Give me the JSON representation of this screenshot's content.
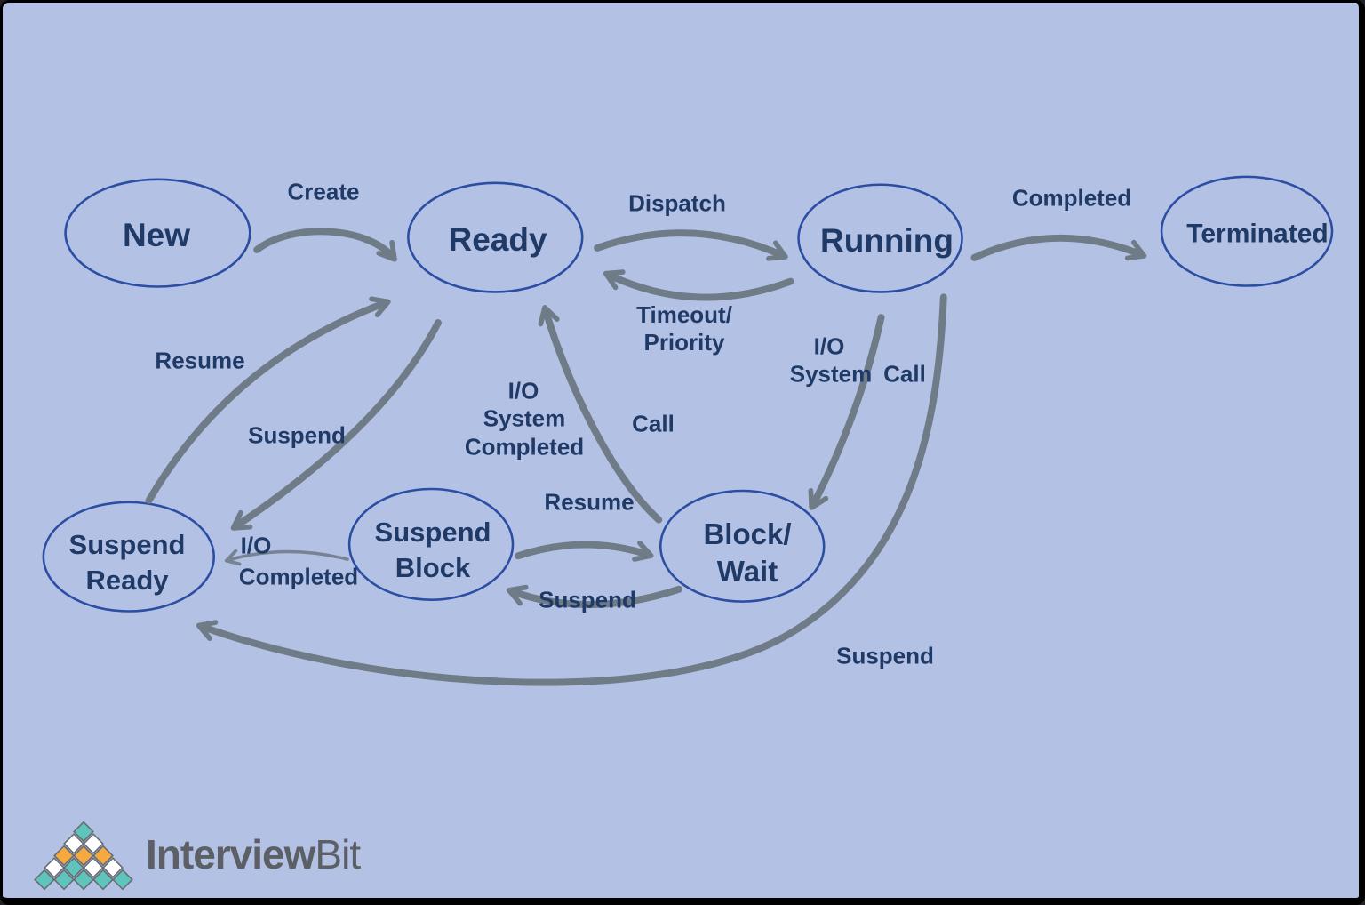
{
  "diagram": {
    "type": "process-state-diagram",
    "states": {
      "new": {
        "label": "New"
      },
      "ready": {
        "label": "Ready"
      },
      "running": {
        "label": "Running"
      },
      "terminated": {
        "label": "Terminated"
      },
      "suspend_ready": {
        "label": "Suspend\nReady"
      },
      "suspend_block": {
        "label": "Suspend\nBlock"
      },
      "block_wait": {
        "label": "Block/\nWait"
      }
    },
    "transitions": {
      "create": {
        "from": "New",
        "to": "Ready",
        "label": "Create"
      },
      "dispatch": {
        "from": "Ready",
        "to": "Running",
        "label": "Dispatch"
      },
      "timeout_priority": {
        "from": "Running",
        "to": "Ready",
        "label": "Timeout/\nPriority"
      },
      "completed": {
        "from": "Running",
        "to": "Terminated",
        "label": "Completed"
      },
      "io_system_call": {
        "from": "Running",
        "to": "Block/Wait",
        "label": "I/O System Call",
        "label_io": "I/O",
        "label_system": "System",
        "label_call": "Call"
      },
      "io_system_call_completed": {
        "from": "Block/Wait",
        "to": "Ready",
        "label": "I/O System Call Completed",
        "label_io": "I/O",
        "label_system": "System",
        "label_call": "Call",
        "label_completed": "Completed"
      },
      "resume_to_ready": {
        "from": "Suspend Ready",
        "to": "Ready",
        "label": "Resume"
      },
      "suspend_to_suspend_ready": {
        "from": "Ready",
        "to": "Suspend Ready",
        "label": "Suspend"
      },
      "resume_to_block_wait": {
        "from": "Suspend Block",
        "to": "Block/Wait",
        "label": "Resume"
      },
      "suspend_to_suspend_block": {
        "from": "Block/Wait",
        "to": "Suspend Block",
        "label": "Suspend"
      },
      "io_completed": {
        "from": "Suspend Block",
        "to": "Suspend Ready",
        "label": "I/O Completed",
        "label_io": "I/O",
        "label_completed": "Completed"
      },
      "suspend_from_running": {
        "from": "Running",
        "to": "Suspend Ready",
        "label": "Suspend"
      }
    }
  },
  "footer": {
    "logo_primary": "Interview",
    "logo_secondary": "Bit",
    "logo_rows": [
      [
        "teal"
      ],
      [
        "white",
        "white"
      ],
      [
        "orange",
        "orange",
        "orange"
      ],
      [
        "white",
        "teal",
        "white",
        "white"
      ],
      [
        "teal",
        "teal",
        "teal",
        "teal",
        "teal"
      ]
    ]
  },
  "colors": {
    "background": "#b3c1e4",
    "ellipse_stroke": "#2b4ea3",
    "text": "#1f3a66",
    "arrow": "#6f7b86",
    "logo_teal": "#5fc4bc",
    "logo_orange": "#f5a93f",
    "logo_white": "#ffffff",
    "logo_text": "#5c6066",
    "frame": "#000000"
  }
}
